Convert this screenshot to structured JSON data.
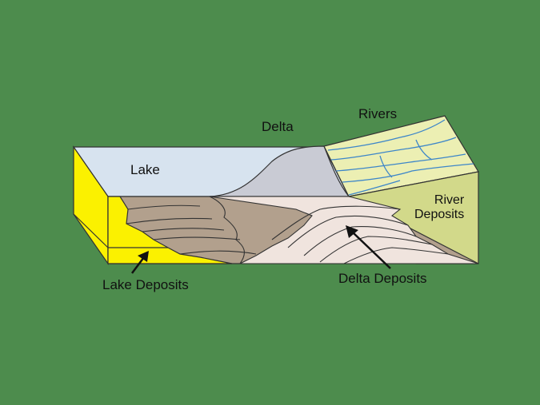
{
  "labels": {
    "lake": "Lake",
    "delta": "Delta",
    "rivers": "Rivers",
    "river_deposits_line1": "River",
    "river_deposits_line2": "Deposits",
    "lake_deposits": "Lake Deposits",
    "delta_deposits": "Delta Deposits"
  },
  "colors": {
    "background": "#4d8c4d",
    "lake_surface": "#d7e3ef",
    "delta_surface": "#c9cbd4",
    "river_plain": "#ecefb3",
    "river_deposits": "#d2d98a",
    "lake_deposits": "#fbf100",
    "delta_dark": "#b2a08d",
    "delta_light": "#f0e4de",
    "river_channel": "#3d86c9",
    "outline": "#333333"
  }
}
